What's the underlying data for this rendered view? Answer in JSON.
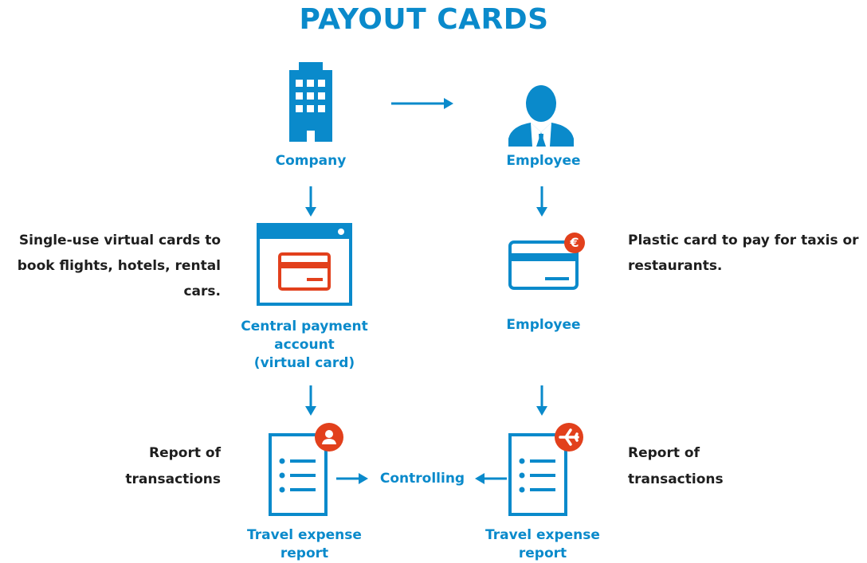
{
  "title": "PAYOUT CARDS",
  "nodes": {
    "company": "Company",
    "employee_top": "Employee",
    "central_account": [
      "Central payment",
      "account",
      "(virtual card)"
    ],
    "employee_card": "Employee",
    "controlling": "Controlling",
    "travel_left": [
      "Travel expense",
      "report"
    ],
    "travel_right": [
      "Travel expense",
      "report"
    ]
  },
  "descriptions": {
    "virtual_cards": [
      "Single-use virtual cards to",
      "book flights, hotels, rental",
      "cars."
    ],
    "plastic_card": [
      "Plastic card to pay for taxis or",
      "restaurants."
    ],
    "report_left": [
      "Report of",
      "transactions"
    ],
    "report_right": [
      "Report of",
      "transactions"
    ]
  },
  "badges": {
    "euro": "€"
  },
  "colors": {
    "primary_blue": "#0a8acb",
    "accent_red": "#e2401c",
    "text_dark": "#1e1e1e"
  },
  "icons": {
    "company": "building-icon",
    "employee": "person-icon",
    "central_account": "browser-card-icon",
    "employee_card": "credit-card-icon",
    "report": "document-list-icon",
    "user_badge": "user-badge-icon",
    "plane_badge": "airplane-badge-icon"
  }
}
